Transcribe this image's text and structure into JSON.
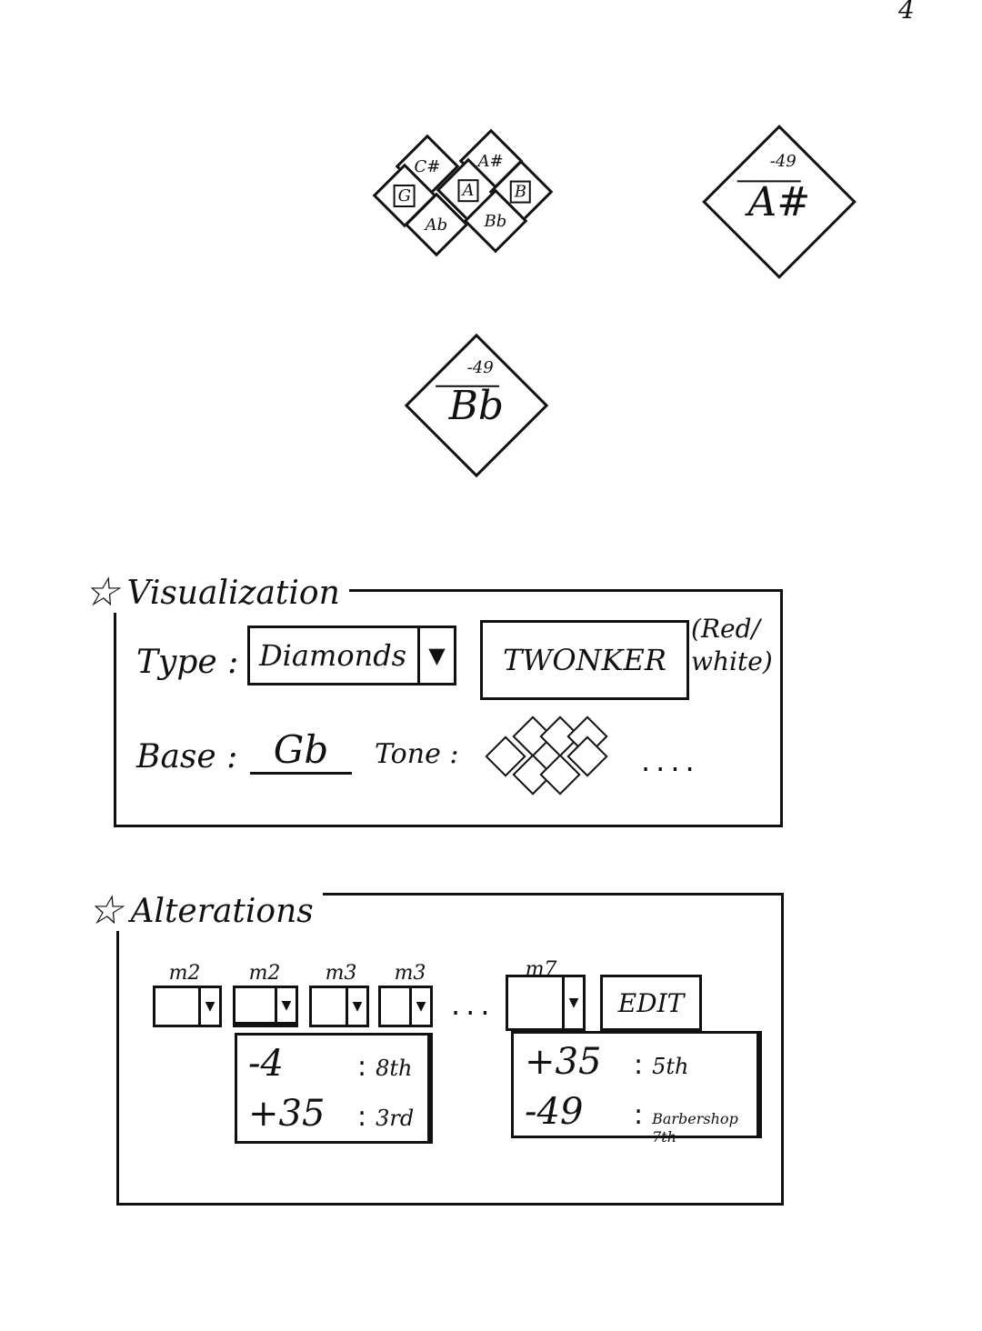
{
  "page_number": "4",
  "cluster": {
    "notes": [
      "C#",
      "A#",
      "G",
      "A",
      "B",
      "Ab",
      "Bb"
    ]
  },
  "diamond_examples": [
    {
      "cents": "-49",
      "note": "A#"
    },
    {
      "cents": "-49",
      "note": "Bb"
    }
  ],
  "visualization": {
    "heading": "Visualization",
    "type_label": "Type :",
    "type_value": "Diamonds",
    "twonker_button": "TWONKER",
    "color_note_line1": "(Red/",
    "color_note_line2": "white)",
    "base_label": "Base :",
    "base_value": "Gb",
    "tone_label": "Tone :",
    "more": "...."
  },
  "alterations": {
    "heading": "Alterations",
    "intervals": [
      "m2",
      "m2",
      "m3",
      "m3"
    ],
    "more": "...",
    "last_interval": "m7",
    "edit_button": "EDIT",
    "popup_left": [
      {
        "amount": "-4",
        "meaning": "8th"
      },
      {
        "amount": "+35",
        "meaning": "3rd"
      }
    ],
    "popup_right": [
      {
        "amount": "+35",
        "meaning": "5th"
      },
      {
        "amount": "-49",
        "meaning": "Barbershop 7th"
      }
    ]
  }
}
